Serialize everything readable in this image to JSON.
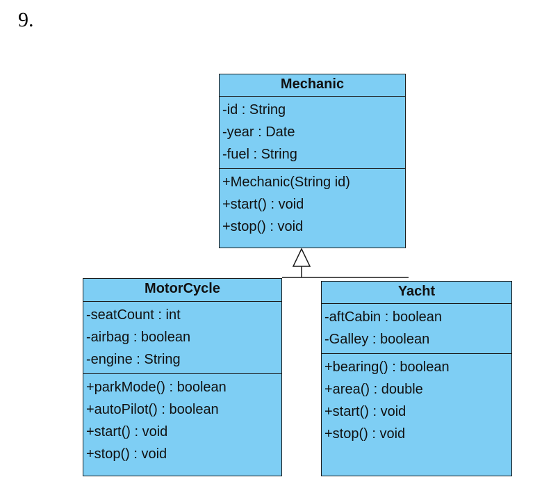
{
  "question": {
    "number": "9."
  },
  "classes": [
    {
      "name": "Mechanic",
      "attributes": [
        "-id : String",
        "-year : Date",
        "-fuel : String"
      ],
      "methods": [
        "+Mechanic(String id)",
        "+start() : void",
        "+stop() : void"
      ]
    },
    {
      "name": "MotorCycle",
      "attributes": [
        "-seatCount : int",
        "-airbag : boolean",
        "-engine : String"
      ],
      "methods": [
        "+parkMode() : boolean",
        "+autoPilot() : boolean",
        "+start() : void",
        "+stop() : void"
      ]
    },
    {
      "name": "Yacht",
      "attributes": [
        "-aftCabin : boolean",
        "-Galley : boolean"
      ],
      "methods": [
        "+bearing() : boolean",
        "+area() : double",
        "+start() : void",
        "+stop() : void"
      ]
    }
  ],
  "relationships": [
    {
      "type": "generalization",
      "from": "MotorCycle",
      "to": "Mechanic"
    },
    {
      "type": "generalization",
      "from": "Yacht",
      "to": "Mechanic"
    }
  ],
  "colors": {
    "class_fill": "#7ecef4",
    "border": "#1a1a1a"
  }
}
